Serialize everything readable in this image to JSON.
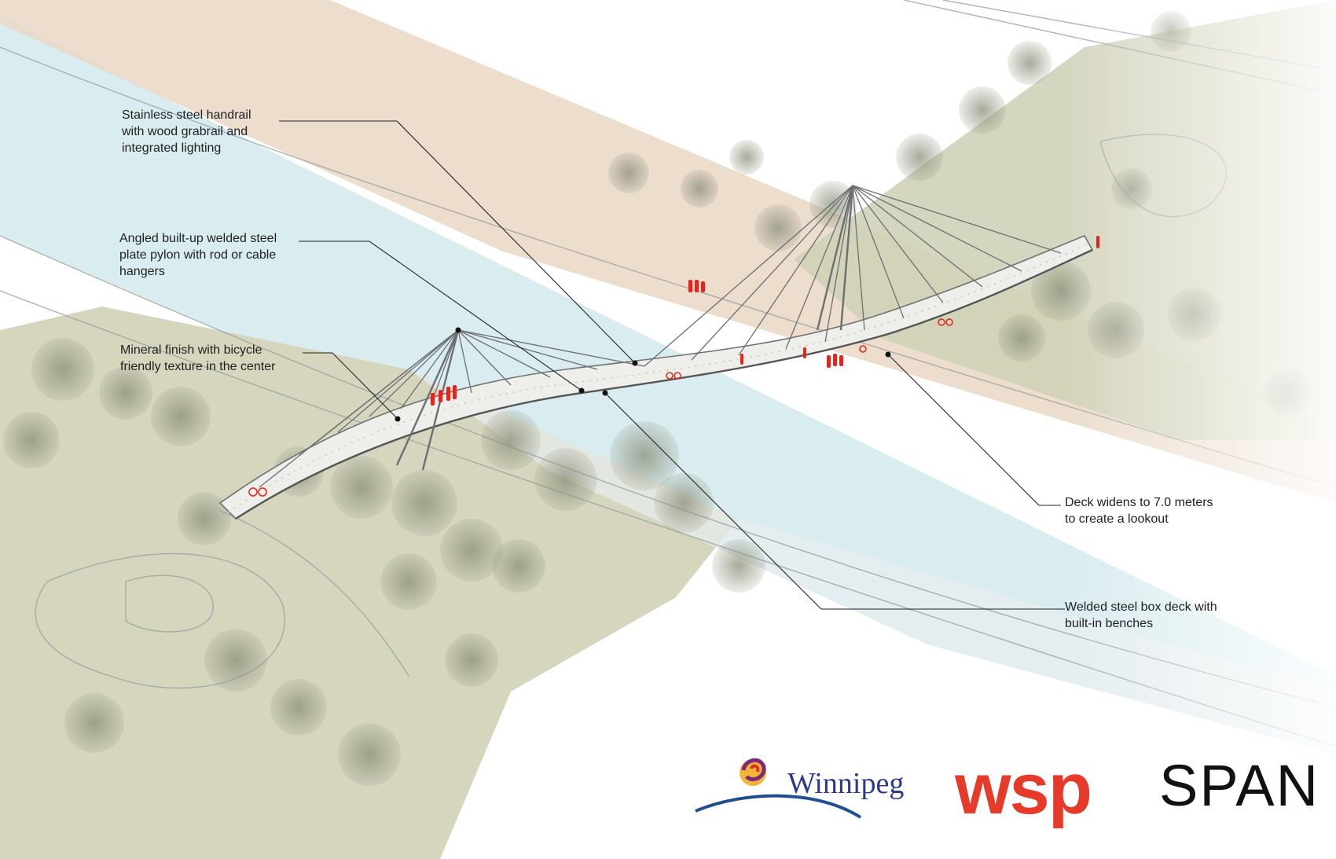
{
  "callouts": {
    "handrail": "Stainless steel handrail\nwith wood grabrail and\nintegrated lighting",
    "pylon": "Angled built-up welded steel\nplate pylon with rod or cable\nhangers",
    "mineral": "Mineral finish with bicycle\nfriendly texture in the center",
    "deck_widens": "Deck widens to 7.0 meters\nto create a lookout",
    "box_deck": "Welded steel box deck with\nbuilt-in benches"
  },
  "logos": {
    "winnipeg": "Winnipeg",
    "wsp": "wsp",
    "span": "SPAN"
  },
  "colors": {
    "river": "#d9ecef",
    "riverbank": "#ead9c8",
    "park": "#d6d6bf",
    "accent_people": "#e0261e",
    "wsp_red": "#e63a2a",
    "winnipeg_blue": "#2d3a8c"
  }
}
